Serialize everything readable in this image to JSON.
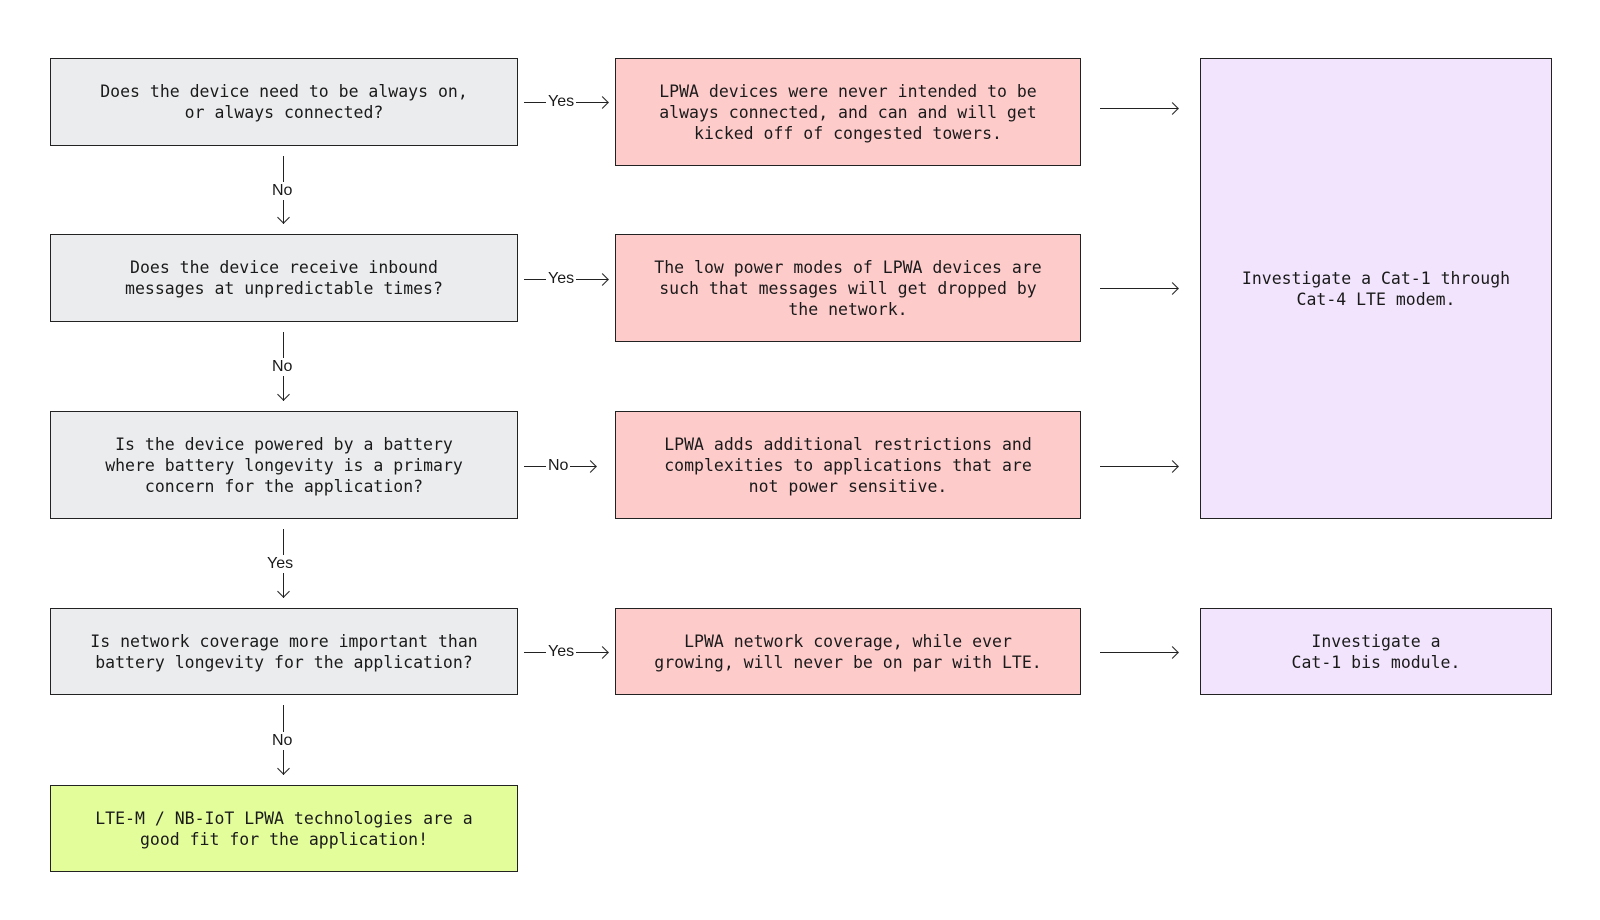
{
  "questions": [
    "Does the device need to be always on,\nor always connected?",
    "Does the device receive inbound\nmessages at unpredictable times?",
    "Is the device powered by a battery\nwhere battery longevity is a primary\nconcern for the application?",
    "Is network coverage more important than\nbattery longevity for the application?"
  ],
  "warnings": [
    "LPWA devices were never intended to be\nalways connected, and can and will get\nkicked off of congested towers.",
    "The low power modes of LPWA devices are\nsuch that messages will get dropped by\nthe network.",
    "LPWA adds additional restrictions and\ncomplexities to applications that are\nnot power sensitive.",
    "LPWA network coverage, while ever\ngrowing, will never be on par with LTE."
  ],
  "recommendations": [
    "Investigate a Cat-1 through\nCat-4 LTE modem.",
    "Investigate a\nCat-1 bis module."
  ],
  "final": "LTE-M / NB-IoT LPWA technologies are a\ngood fit for the application!",
  "branch_labels": {
    "right": [
      "Yes",
      "Yes",
      "No",
      "Yes"
    ],
    "down": [
      "No",
      "No",
      "Yes",
      "No"
    ]
  },
  "colors": {
    "question_fill": "#ebecee",
    "warning_fill": "#fecbcb",
    "recommendation_fill": "#f1e4fc",
    "final_fill": "#e3fd9a",
    "stroke": "#222222"
  }
}
